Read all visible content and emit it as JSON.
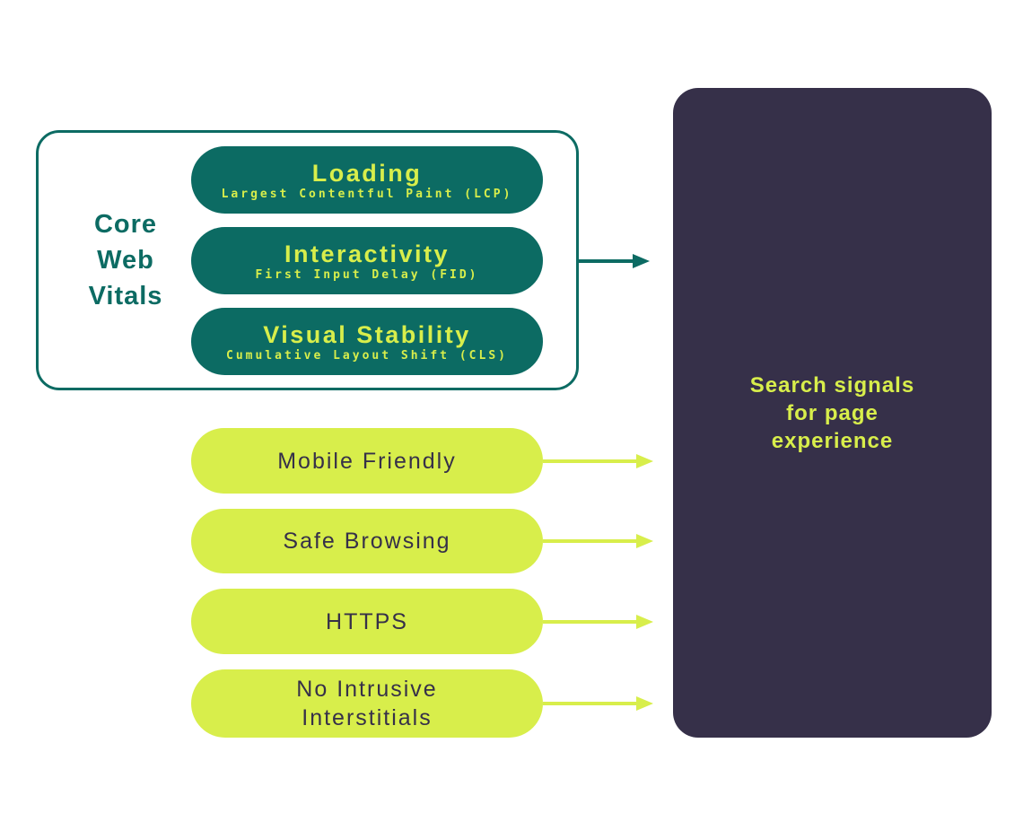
{
  "colors": {
    "teal": "#0c6b63",
    "lime": "#d8ee4b",
    "dark": "#363049",
    "canvas": "#ffffff"
  },
  "core_web_vitals": {
    "label": "Core Web Vitals",
    "metrics": [
      {
        "title": "Loading",
        "subtitle": "Largest Contentful Paint (LCP)"
      },
      {
        "title": "Interactivity",
        "subtitle": "First Input Delay (FID)"
      },
      {
        "title": "Visual Stability",
        "subtitle": "Cumulative Layout Shift (CLS)"
      }
    ]
  },
  "other_signals": [
    {
      "label": "Mobile Friendly"
    },
    {
      "label": "Safe Browsing"
    },
    {
      "label": "HTTPS"
    },
    {
      "label": "No Intrusive Interstitials"
    }
  ],
  "result": {
    "label": "Search signals for page experience"
  }
}
